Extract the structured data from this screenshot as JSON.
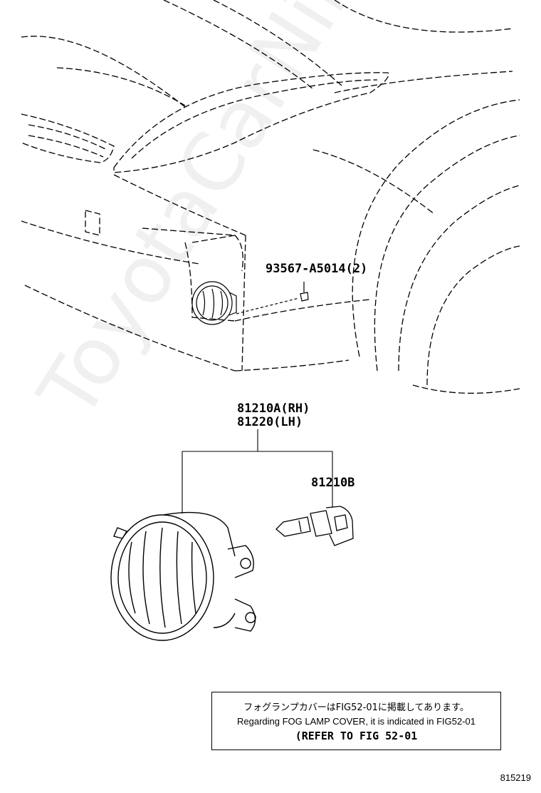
{
  "callouts": {
    "bolt": "93567-A5014(2)",
    "lamp_rh": "81210A(RH)",
    "lamp_lh": "81220(LH)",
    "bulb": "81210B"
  },
  "note": {
    "jp": "フォグランプカバーはFIG52-01に掲載してあります。",
    "en": "Regarding FOG LAMP COVER, it is indicated in FIG52-01",
    "ref": "(REFER TO FIG 52-01"
  },
  "figure_number": "815219",
  "watermark": "ToyotaCarNiro.ru"
}
